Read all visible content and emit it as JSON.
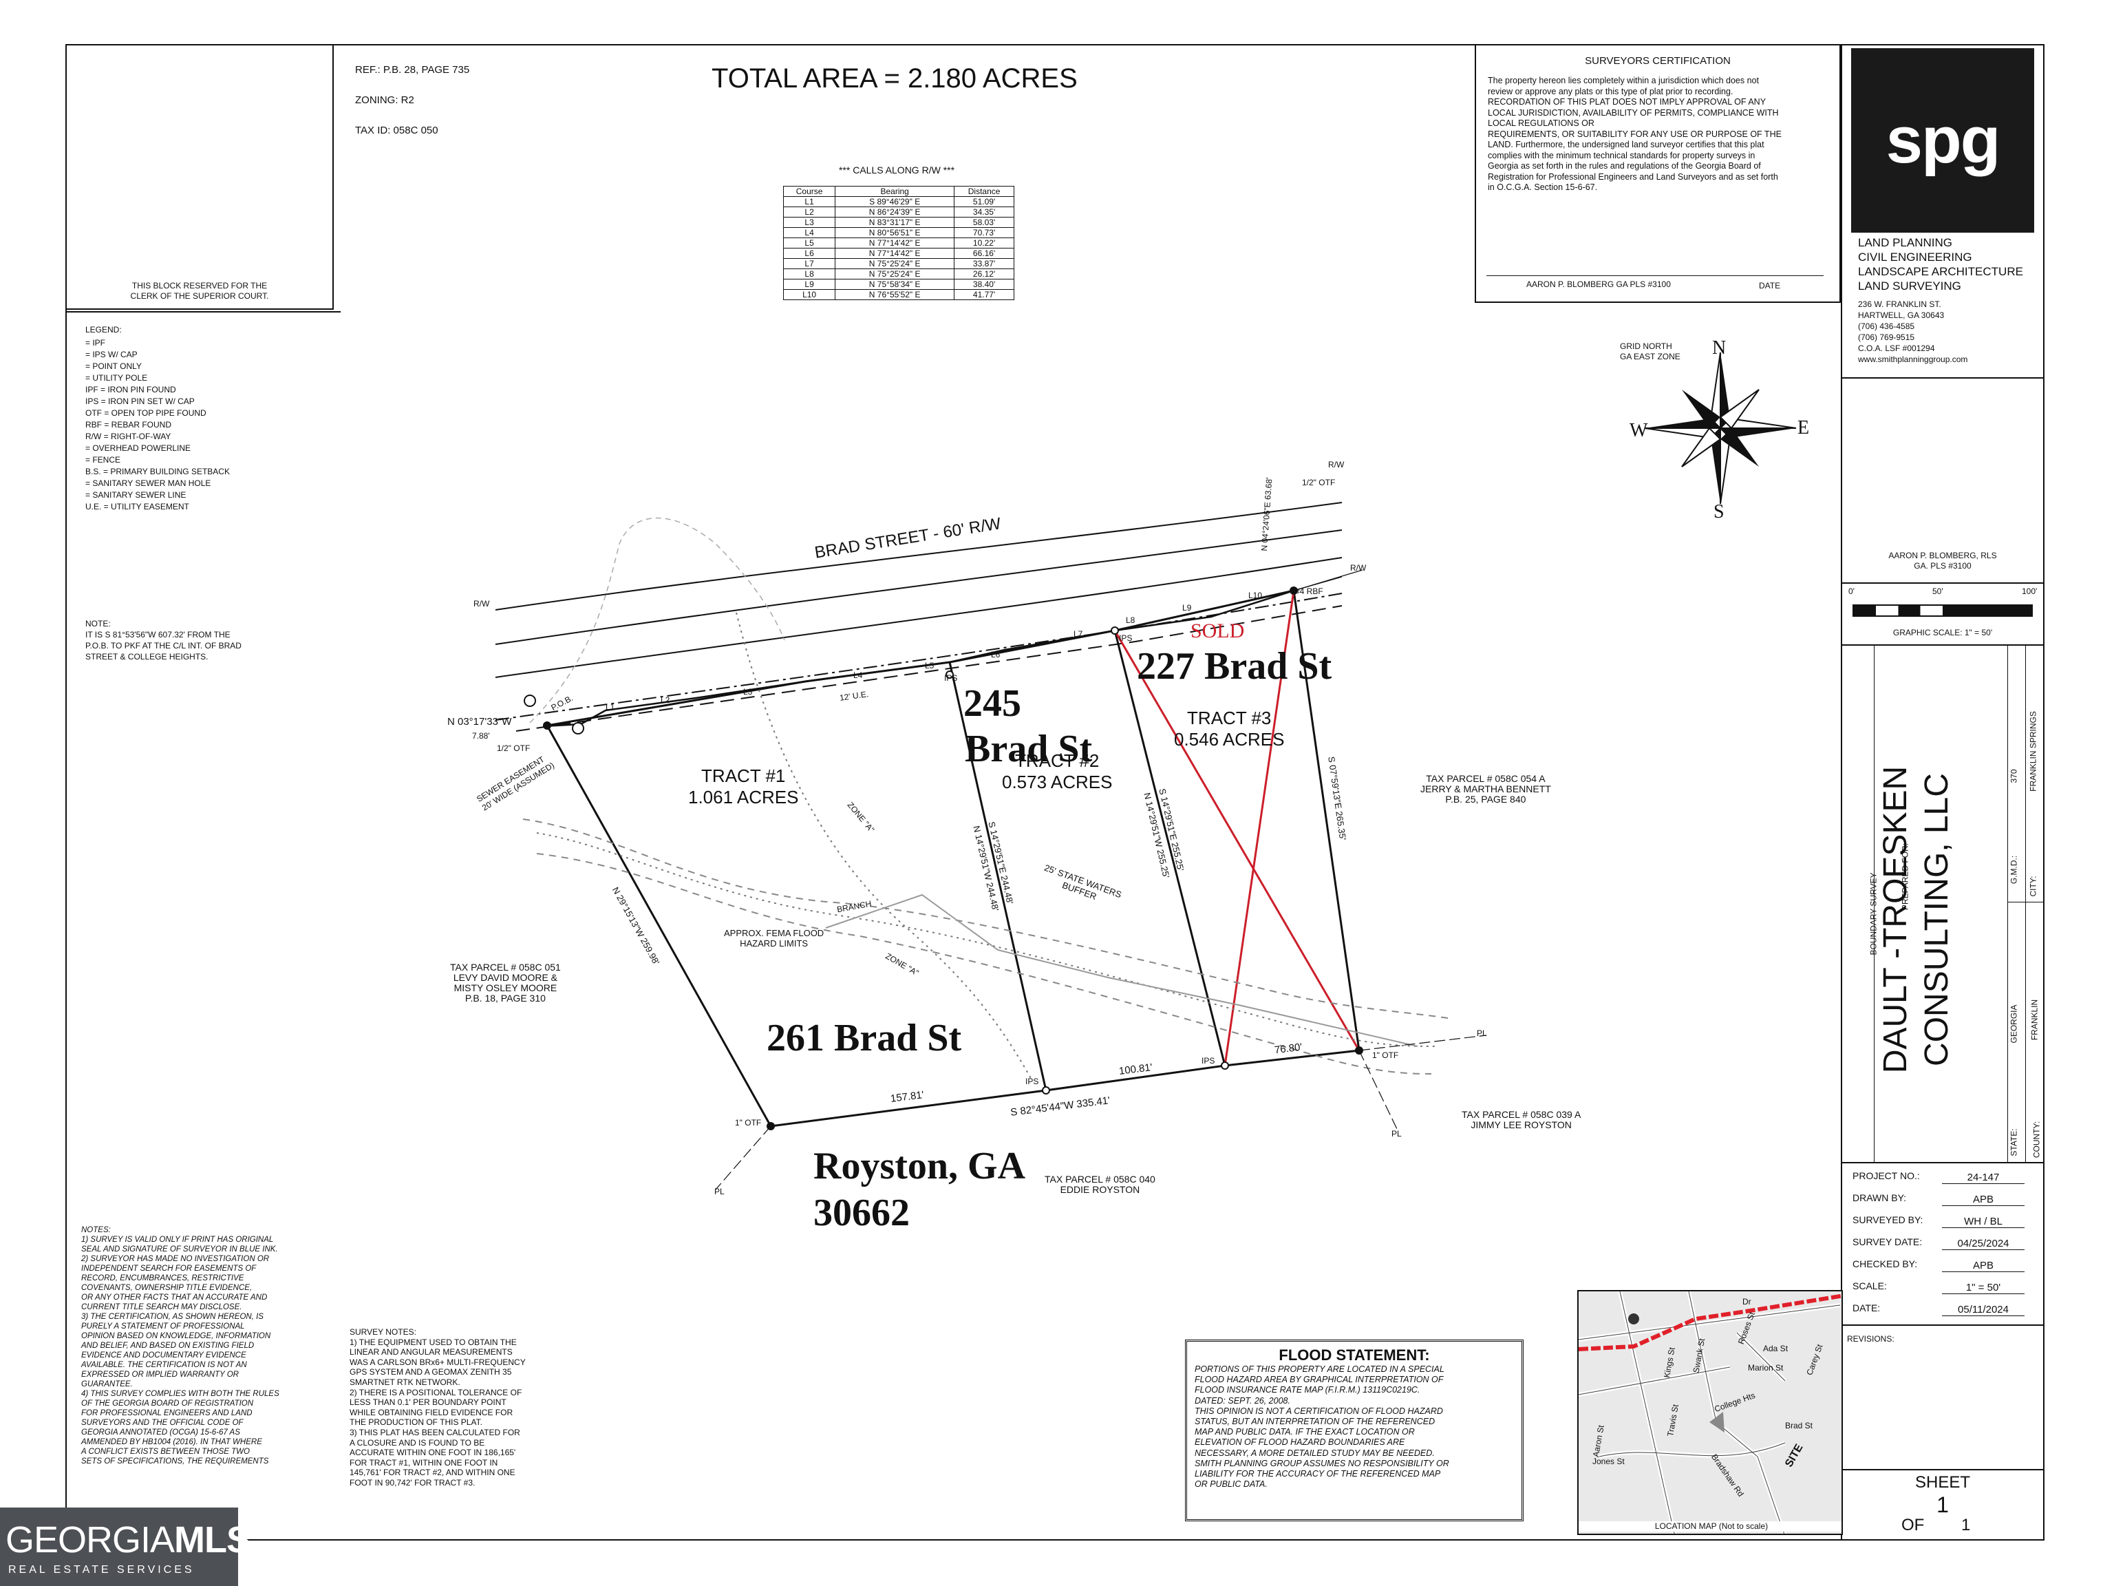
{
  "header": {
    "ref": "REF.: P.B. 28, PAGE 735",
    "zoning": "ZONING: R2",
    "tax_id": "TAX ID: 058C 050",
    "total_area": "TOTAL AREA = 2.180 ACRES",
    "clerk_block": [
      "THIS BLOCK RESERVED FOR THE",
      "CLERK OF THE SUPERIOR COURT."
    ]
  },
  "calls_table": {
    "title": "*** CALLS ALONG R/W ***",
    "columns": [
      "Course",
      "Bearing",
      "Distance"
    ],
    "rows": [
      [
        "L1",
        "S 89°46'29\" E",
        "51.09'"
      ],
      [
        "L2",
        "N 86°24'39\" E",
        "34.35'"
      ],
      [
        "L3",
        "N 83°31'17\" E",
        "58.03'"
      ],
      [
        "L4",
        "N 80°56'51\" E",
        "70.73'"
      ],
      [
        "L5",
        "N 77°14'42\" E",
        "10.22'"
      ],
      [
        "L6",
        "N 77°14'42\" E",
        "66.16'"
      ],
      [
        "L7",
        "N 75°25'24\" E",
        "33.87'"
      ],
      [
        "L8",
        "N 75°25'24\" E",
        "26.12'"
      ],
      [
        "L9",
        "N 75°58'34\" E",
        "38.40'"
      ],
      [
        "L10",
        "N 76°55'52\" E",
        "41.77'"
      ]
    ]
  },
  "certification": {
    "title": "SURVEYORS CERTIFICATION",
    "lines": [
      "The property hereon lies completely within a jurisdiction which does not",
      "review or approve any plats or this type of plat prior to recording.",
      "RECORDATION OF THIS PLAT DOES NOT IMPLY APPROVAL OF ANY",
      "LOCAL JURISDICTION, AVAILABILITY OF PERMITS, COMPLIANCE WITH",
      "LOCAL REGULATIONS OR",
      "REQUIREMENTS, OR SUITABILITY FOR ANY USE OR PURPOSE OF THE",
      "LAND. Furthermore, the undersigned land surveyor certifies that this plat",
      "complies with the minimum technical standards for property surveys in",
      "Georgia as set forth in the rules and regulations of the Georgia Board of",
      "Registration for Professional Engineers and Land Surveyors and as set forth",
      "in O.C.G.A. Section 15-6-67."
    ],
    "signer": "AARON P. BLOMBERG  GA PLS #3100",
    "date_label": "DATE"
  },
  "firm": {
    "logo": "spg",
    "services": [
      "LAND PLANNING",
      "CIVIL ENGINEERING",
      "LANDSCAPE ARCHITECTURE",
      "LAND SURVEYING"
    ],
    "contact": [
      "236 W. FRANKLIN ST.",
      "HARTWELL, GA 30643",
      "(706) 436-4585",
      "(706) 769-9515",
      "C.O.A. LSF #001294",
      "www.smithplanninggroup.com"
    ],
    "seal_lines": [
      "AARON P. BLOMBERG, RLS",
      "GA. PLS #3100"
    ]
  },
  "scale_bar": {
    "labels": [
      "0'",
      "50'",
      "100'"
    ],
    "caption": "GRAPHIC SCALE: 1\" = 50'"
  },
  "title_block": {
    "survey_type": "BOUNDARY SURVEY",
    "prepared_for_label": "PREPARED FOR:",
    "client_line1": "DAULT -TROESKEN",
    "client_line2": "CONSULTING, LLC",
    "gmd_label": "G.M.D.:",
    "gmd_value": "370",
    "city_label": "CITY:",
    "city_value": "FRANKLIN SPRINGS",
    "state_label": "STATE:",
    "state_value": "GEORGIA",
    "county_label": "COUNTY:",
    "county_value": "FRANKLIN",
    "rows": [
      {
        "label": "PROJECT NO.:",
        "value": "24-147"
      },
      {
        "label": "DRAWN BY:",
        "value": "APB"
      },
      {
        "label": "SURVEYED BY:",
        "value": "WH / BL"
      },
      {
        "label": "SURVEY DATE:",
        "value": "04/25/2024"
      },
      {
        "label": "CHECKED BY:",
        "value": "APB"
      },
      {
        "label": "SCALE:",
        "value": "1\" = 50'"
      },
      {
        "label": "DATE:",
        "value": "05/11/2024"
      }
    ],
    "revisions_label": "REVISIONS:",
    "sheet_label": "SHEET",
    "sheet_no": "1",
    "sheet_of": "OF",
    "sheet_total": "1"
  },
  "legend": {
    "title": "LEGEND:",
    "items": [
      "= IPF",
      "= IPS W/ CAP",
      "= POINT ONLY",
      "= UTILITY POLE",
      "IPF = IRON PIN FOUND",
      "IPS = IRON PIN SET W/ CAP",
      "OTF = OPEN TOP PIPE FOUND",
      "RBF = REBAR FOUND",
      "R/W = RIGHT-OF-WAY",
      "= OVERHEAD POWERLINE",
      "= FENCE",
      "B.S. = PRIMARY BUILDING SETBACK",
      "= SANITARY SEWER MAN HOLE",
      "= SANITARY SEWER LINE",
      "U.E. = UTILITY EASEMENT"
    ]
  },
  "note": {
    "title": "NOTE:",
    "lines": [
      "IT IS S 81°53'56\"W 607.32' FROM THE",
      "P.O.B. TO PKF AT THE C/L INT. OF BRAD",
      "STREET & COLLEGE HEIGHTS."
    ]
  },
  "map": {
    "street": "BRAD STREET - 60' R/W",
    "rw": "R/W",
    "rw_rbf": "R/W",
    "pob": "P.O.B.",
    "pob_call": "N 03°17'33\"W",
    "pob_dist": "7.88'",
    "pob_otf": "1/2\" OTF",
    "ne_call": "N 04°24'06\"E 63.68'",
    "ne_otf": "1/2\" OTF",
    "rbf": "#4 RBF",
    "ue": "12' U.E.",
    "sewer": [
      "SEWER EASEMENT",
      "20' WIDE (ASSUMED)"
    ],
    "course_labels": [
      "L1",
      "L2",
      "L3",
      "L4",
      "L5",
      "L6",
      "L7",
      "L8",
      "L9",
      "L10"
    ],
    "ips": "IPS",
    "tract1": [
      "TRACT #1",
      "1.061 ACRES"
    ],
    "tract2": [
      "TRACT #2",
      "0.573 ACRES"
    ],
    "tract3": [
      "TRACT #3",
      "0.546 ACRES"
    ],
    "sold": "SOLD",
    "addr_227": "227 Brad St",
    "addr_245a": "245",
    "addr_245b": "Brad St",
    "addr_261": "261 Brad St",
    "city_a": "Royston, GA",
    "city_b": "30662",
    "west_line": "N 29°15'13\"W 259.98'",
    "line_t2_a": "S 14°29'51\"E 244.48'",
    "line_t2_b": "N 14°29'51\"W 244.48'",
    "line_t3_a": "S 14°29'51\"E 255.25'",
    "line_t3_b": "N 14°29'51\"W 255.25'",
    "east_line": "S 07°59'13\"E 265.35'",
    "south_line": "S 82°45'44\"W 335.41'",
    "dist_157": "157.81'",
    "dist_100": "100.81'",
    "dist_76": "76.80'",
    "otf1": "1\" OTF",
    "otf2": "1\" OTF",
    "zone_a": "ZONE \"A\"",
    "zone_a2": "ZONE \"A\"",
    "branch": "BRANCH",
    "state_waters": [
      "25' STATE WATERS",
      "BUFFER"
    ],
    "fema": [
      "APPROX. FEMA FLOOD",
      "HAZARD LIMITS"
    ],
    "parcel_east": [
      "TAX PARCEL # 058C 054 A",
      "JERRY & MARTHA BENNETT",
      "P.B. 25, PAGE 840"
    ],
    "parcel_west": [
      "TAX PARCEL # 058C 051",
      "LEVY DAVID MOORE &",
      "MISTY OSLEY MOORE",
      "P.B. 18, PAGE 310"
    ],
    "parcel_se": [
      "TAX PARCEL # 058C 039 A",
      "JIMMY LEE ROYSTON"
    ],
    "parcel_s": [
      "TAX PARCEL # 058C 040",
      "EDDIE ROYSTON"
    ],
    "grid_north": [
      "GRID NORTH",
      "GA EAST ZONE"
    ],
    "compass": {
      "n": "N",
      "s": "S",
      "e": "E",
      "w": "W"
    },
    "pl": "PL"
  },
  "notes": {
    "title": "NOTES:",
    "lines": [
      "1) SURVEY IS VALID ONLY IF PRINT HAS ORIGINAL",
      "    SEAL AND SIGNATURE OF SURVEYOR IN BLUE INK.",
      "2) SURVEYOR HAS MADE NO INVESTIGATION OR",
      "    INDEPENDENT SEARCH FOR EASEMENTS OF",
      "    RECORD, ENCUMBRANCES, RESTRICTIVE",
      "    COVENANTS, OWNERSHIP TITLE EVIDENCE,",
      "    OR ANY OTHER FACTS THAT AN ACCURATE AND",
      "    CURRENT TITLE SEARCH MAY DISCLOSE.",
      "3) THE CERTIFICATION, AS SHOWN HEREON, IS",
      "    PURELY A STATEMENT OF PROFESSIONAL",
      "    OPINION BASED ON KNOWLEDGE, INFORMATION",
      "    AND BELIEF, AND BASED ON EXISTING FIELD",
      "    EVIDENCE AND DOCUMENTARY EVIDENCE",
      "    AVAILABLE. THE CERTIFICATION IS NOT AN",
      "    EXPRESSED OR IMPLIED WARRANTY OR",
      "    GUARANTEE.",
      "4) THIS SURVEY COMPLIES WITH BOTH THE RULES",
      "    OF THE GEORGIA BOARD OF REGISTRATION",
      "    FOR PROFESSIONAL ENGINEERS AND LAND",
      "    SURVEYORS AND THE OFFICIAL CODE OF",
      "    GEORGIA ANNOTATED (OCGA) 15-6-67 AS",
      "    AMMENDED BY HB1004 (2016). IN THAT WHERE",
      "    A CONFLICT EXISTS BETWEEN THOSE TWO",
      "    SETS OF SPECIFICATIONS, THE REQUIREMENTS"
    ]
  },
  "survey_notes": {
    "title": "SURVEY NOTES:",
    "lines": [
      "1) THE EQUIPMENT USED TO OBTAIN THE",
      "LINEAR AND ANGULAR MEASUREMENTS",
      "WAS A CARLSON BRx6+ MULTI-FREQUENCY",
      "GPS SYSTEM AND A GEOMAX ZENITH 35",
      "SMARTNET RTK NETWORK.",
      "2) THERE IS A POSITIONAL TOLERANCE OF",
      "LESS THAN 0.1' PER BOUNDARY POINT",
      "WHILE OBTAINING FIELD EVIDENCE FOR",
      "THE PRODUCTION OF THIS PLAT.",
      "3) THIS PLAT HAS BEEN CALCULATED FOR",
      "A CLOSURE AND IS FOUND TO BE",
      "ACCURATE WITHIN ONE FOOT IN 186,165'",
      "FOR TRACT #1, WITHIN ONE FOOT IN",
      "145,761' FOR TRACT #2, AND WITHIN ONE",
      "FOOT IN 90,742' FOR TRACT #3."
    ]
  },
  "flood": {
    "title": "FLOOD STATEMENT:",
    "lines": [
      "PORTIONS OF THIS PROPERTY ARE LOCATED IN A SPECIAL",
      "FLOOD HAZARD AREA BY GRAPHICAL INTERPRETATION OF",
      "FLOOD INSURANCE RATE MAP (F.I.R.M.) 13119C0219C.",
      "DATED: SEPT. 26, 2008.",
      "THIS OPINION IS NOT A CERTIFICATION OF FLOOD HAZARD",
      "STATUS, BUT AN INTERPRETATION OF THE REFERENCED",
      "MAP AND PUBLIC DATA.  IF THE EXACT LOCATION OR",
      "ELEVATION OF FLOOD HAZARD BOUNDARIES ARE",
      "NECESSARY, A MORE DETAILED STUDY MAY BE NEEDED.",
      "SMITH PLANNING GROUP ASSUMES NO RESPONSIBILITY OR",
      "LIABILITY FOR THE ACCURACY OF THE REFERENCED MAP",
      "OR PUBLIC DATA."
    ]
  },
  "location_map": {
    "caption": "LOCATION MAP (Not to scale)",
    "streets": [
      "Dr",
      "Ada St",
      "Marion St",
      "Carey St",
      "College Hts",
      "Brad St",
      "SITE",
      "Bradshaw Rd",
      "Aaron St",
      "Jones St",
      "Travis St",
      "Kings St",
      "Swank St",
      "Roses St"
    ]
  },
  "watermark": {
    "brand": "GEORGIA",
    "brand2": "MLS",
    "sub": "REAL ESTATE SERVICES"
  },
  "colors": {
    "ink": "#111111",
    "red": "#cc1f2a",
    "gray": "#999999",
    "mls_bg": "#4d5054"
  }
}
